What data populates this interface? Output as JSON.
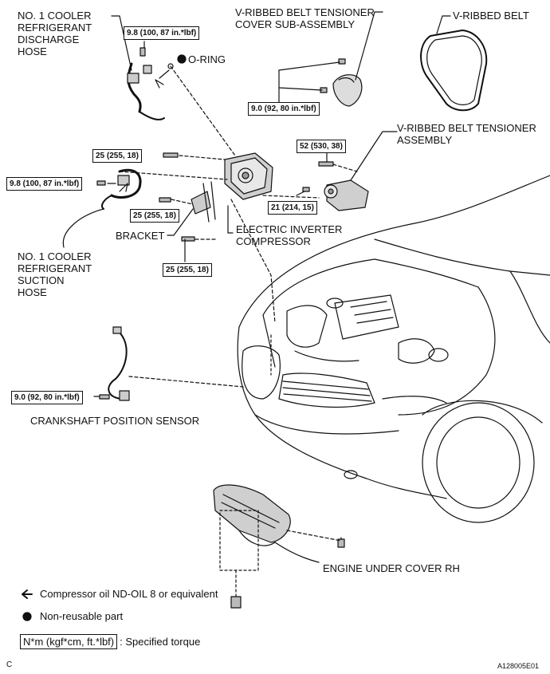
{
  "labels": {
    "discharge_hose": "NO. 1 COOLER\nREFRIGERANT\nDISCHARGE\nHOSE",
    "o_ring": "O-RING",
    "tensioner_cover": "V-RIBBED BELT TENSIONER\nCOVER SUB-ASSEMBLY",
    "v_ribbed_belt": "V-RIBBED BELT",
    "tensioner_assembly": "V-RIBBED BELT TENSIONER\nASSEMBLY",
    "bracket": "BRACKET",
    "compressor": "ELECTRIC INVERTER\nCOMPRESSOR",
    "suction_hose": "NO. 1 COOLER\nREFRIGERANT\nSUCTION\nHOSE",
    "crankshaft_sensor": "CRANKSHAFT POSITION SENSOR",
    "under_cover": "ENGINE UNDER COVER RH"
  },
  "torques": {
    "discharge_bolt": "9.8 (100, 87 in.*lbf)",
    "cover_bolts": "9.0 (92, 80 in.*lbf)",
    "compressor_upper": "25 (255, 18)",
    "suction_bolt": "9.8 (100, 87 in.*lbf)",
    "bracket_bolt": "25 (255, 18)",
    "compressor_lower": "25 (255, 18)",
    "tensioner_top": "52 (530, 38)",
    "tensioner_side": "21 (214, 15)",
    "sensor_bolt": "9.0 (92, 80 in.*lbf)"
  },
  "legend": {
    "oil": "Compressor oil ND-OIL 8 or equivalent",
    "non_reusable": "Non-reusable part",
    "torque_unit": "N*m (kgf*cm, ft.*lbf)",
    "torque_desc": ": Specified torque"
  },
  "footer": {
    "corner_letter": "C",
    "figure_id": "A128005E01"
  }
}
